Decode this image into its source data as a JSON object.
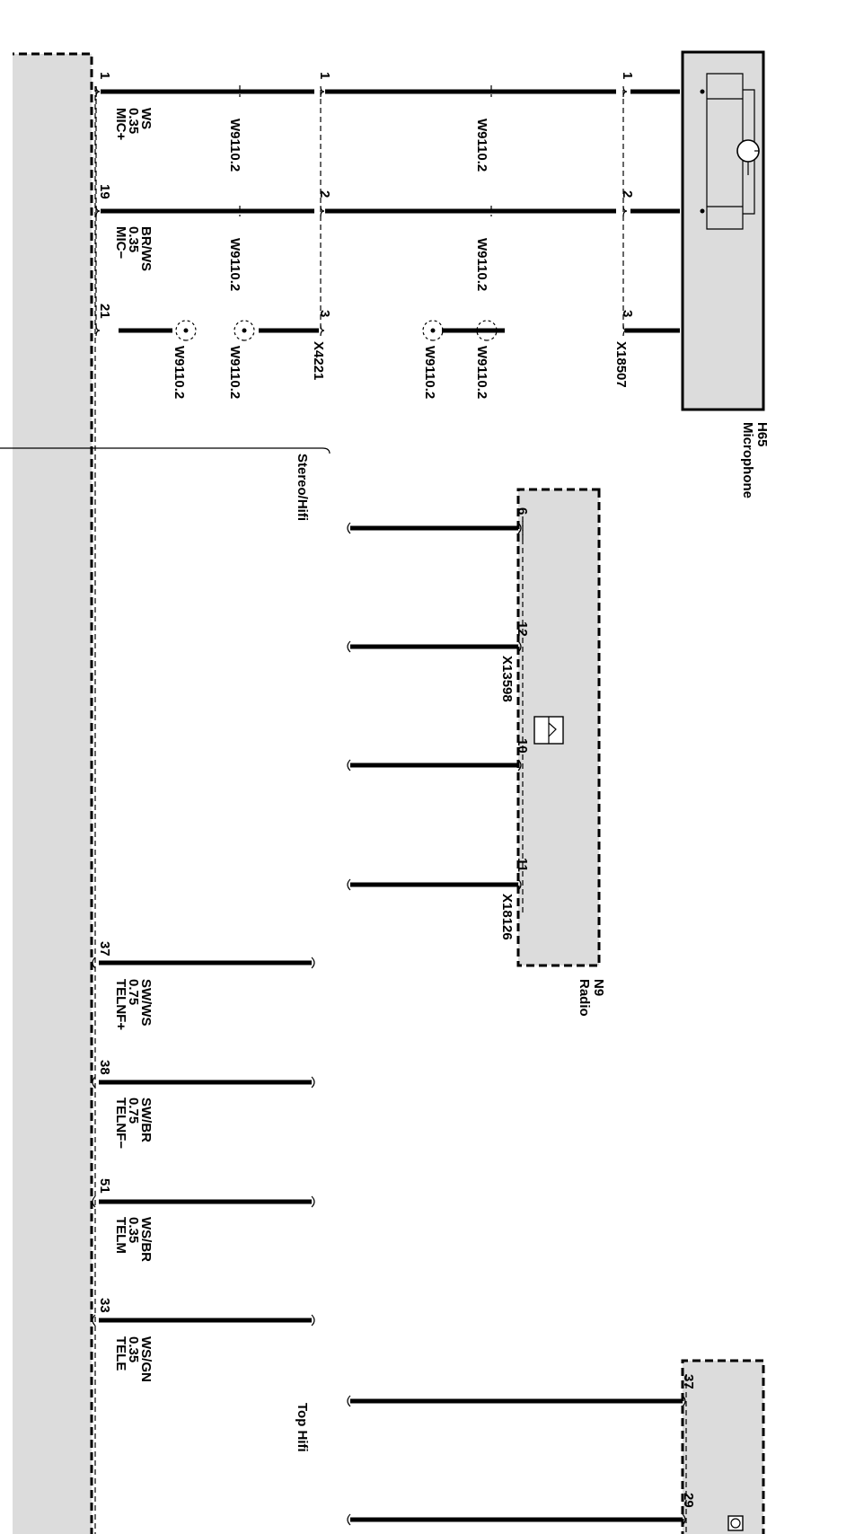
{
  "components": {
    "microphone": {
      "id": "H65",
      "name": "Microphone",
      "connector": "X18507"
    },
    "radio": {
      "id": "N9",
      "name": "Radio",
      "connector_a": "X13598",
      "connector_b": "X18126"
    }
  },
  "connectors": {
    "x4221": "X4221"
  },
  "pins": {
    "mic_1": "1",
    "mic_2": "2",
    "mic_3": "3",
    "x4221_1": "1",
    "x4221_2": "2",
    "x4221_3": "3",
    "left_1": "1",
    "left_19": "19",
    "left_21": "21",
    "left_37": "37",
    "left_38": "38",
    "left_51": "51",
    "left_33": "33",
    "radio_6": "6",
    "radio_12": "12",
    "radio_10": "10",
    "radio_11": "11",
    "br_37": "37",
    "br_29": "29"
  },
  "shield": {
    "w_a1": "W9110.2",
    "w_a2": "W9110.2",
    "w_a3": "W9110.2",
    "w_b1": "W9110.2",
    "w_b2": "W9110.2",
    "w_b3": "W9110.2",
    "w_c1": "W9110.2",
    "w_c2": "W9110.2"
  },
  "wires": {
    "mic_plus": {
      "signal": "MIC+",
      "size": "0.35",
      "color": "WS"
    },
    "mic_minus": {
      "signal": "MIC−",
      "size": "0.35",
      "color": "BR/WS"
    },
    "telnf_plus": {
      "signal": "TELNF+",
      "size": "0.75",
      "color": "SW/WS"
    },
    "telnf_minus": {
      "signal": "TELNF−",
      "size": "0.75",
      "color": "SW/BR"
    },
    "telm": {
      "signal": "TELM",
      "size": "0.35",
      "color": "WS/BR"
    },
    "tele": {
      "signal": "TELE",
      "size": "0.35",
      "color": "WS/GN"
    }
  },
  "variants": {
    "stereo": "Stereo/Hifi",
    "top": "Top Hifi"
  }
}
